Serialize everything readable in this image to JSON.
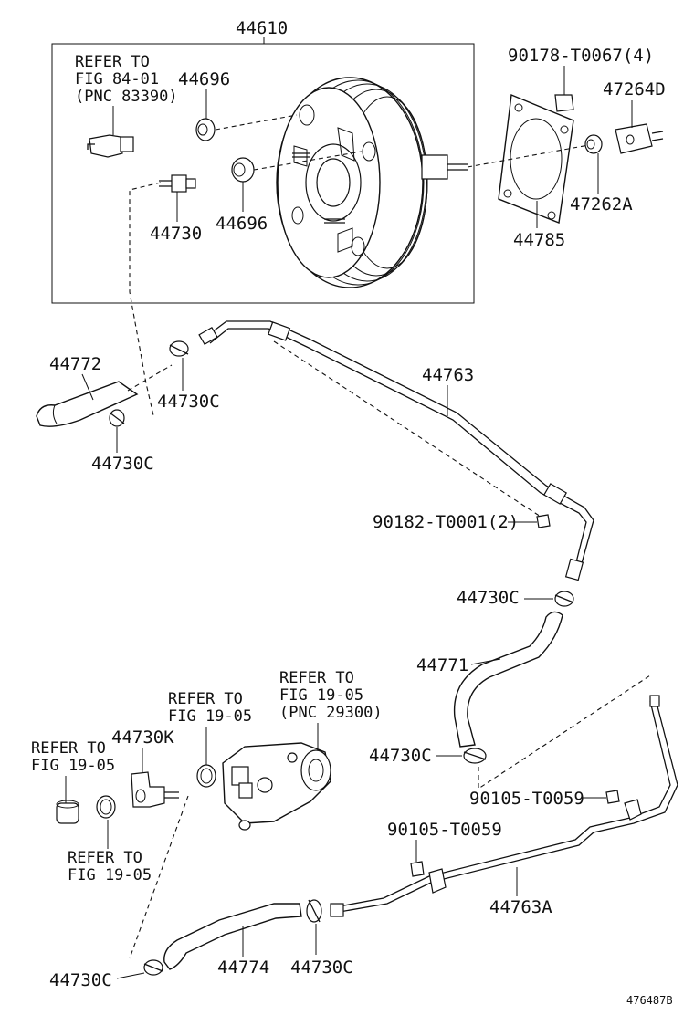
{
  "labels": {
    "p44610": "44610",
    "p90178": "90178-T0067(4)",
    "p47264D": "47264D",
    "p47262A": "47262A",
    "p44785": "44785",
    "p44696a": "44696",
    "p44696b": "44696",
    "p44730": "44730",
    "p44772": "44772",
    "p44730C_a": "44730C",
    "p44730C_b": "44730C",
    "p44763": "44763",
    "p90182": "90182-T0001(2)",
    "p44730C_c": "44730C",
    "p44771": "44771",
    "p44730K": "44730K",
    "p44730C_d": "44730C",
    "p90105a": "90105-T0059",
    "p90105b": "90105-T0059",
    "p44763A": "44763A",
    "p44774": "44774",
    "p44730C_e": "44730C",
    "p44730C_f": "44730C"
  },
  "refs": {
    "r1": [
      "REFER TO",
      "FIG 84-01",
      "(PNC 83390)"
    ],
    "r2": [
      "REFER TO",
      "FIG 19-05",
      "(PNC 29300)"
    ],
    "r3": [
      "REFER TO",
      "FIG 19-05"
    ],
    "r4": [
      "REFER TO",
      "FIG 19-05"
    ],
    "r5": [
      "REFER TO",
      "FIG 19-05"
    ]
  },
  "footer": {
    "code": "476487B"
  }
}
